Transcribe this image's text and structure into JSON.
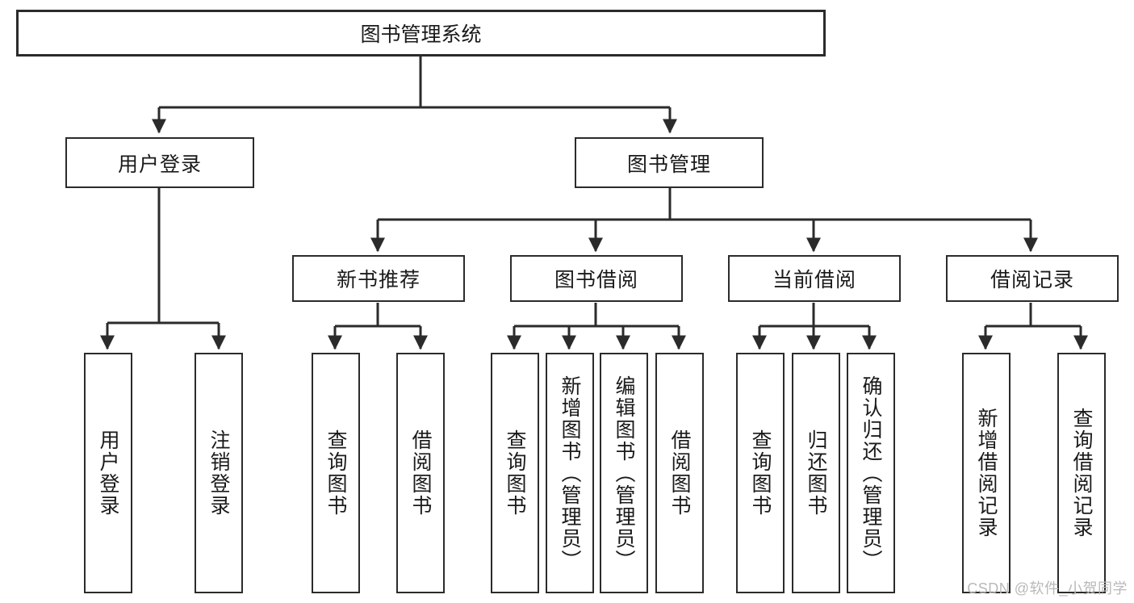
{
  "diagram": {
    "title": "图书管理系统",
    "type": "tree-hierarchy-chart",
    "background_color": "#ffffff",
    "line_color": "#2b2b2b",
    "text_color": "#1a1a1a"
  },
  "root": {
    "label": "图书管理系统"
  },
  "level2": [
    {
      "label": "用户登录"
    },
    {
      "label": "图书管理"
    }
  ],
  "level3": [
    {
      "label": "新书推荐"
    },
    {
      "label": "图书借阅"
    },
    {
      "label": "当前借阅"
    },
    {
      "label": "借阅记录"
    }
  ],
  "leaves": {
    "user_login": [
      {
        "label": "用户登录"
      },
      {
        "label": "注销登录"
      }
    ],
    "new_book_recommend": [
      {
        "label": "查询图书"
      },
      {
        "label": "借阅图书"
      }
    ],
    "book_borrow": [
      {
        "label": "查询图书"
      },
      {
        "label": "新增图书（管理员）"
      },
      {
        "label": "编辑图书（管理员）"
      },
      {
        "label": "借阅图书"
      }
    ],
    "current_borrow": [
      {
        "label": "查询图书"
      },
      {
        "label": "归还图书"
      },
      {
        "label": "确认归还（管理员）"
      }
    ],
    "borrow_record": [
      {
        "label": "新增借阅记录"
      },
      {
        "label": "查询借阅记录"
      }
    ]
  },
  "watermark": {
    "text": "CSDN @软件_小贺同学"
  }
}
